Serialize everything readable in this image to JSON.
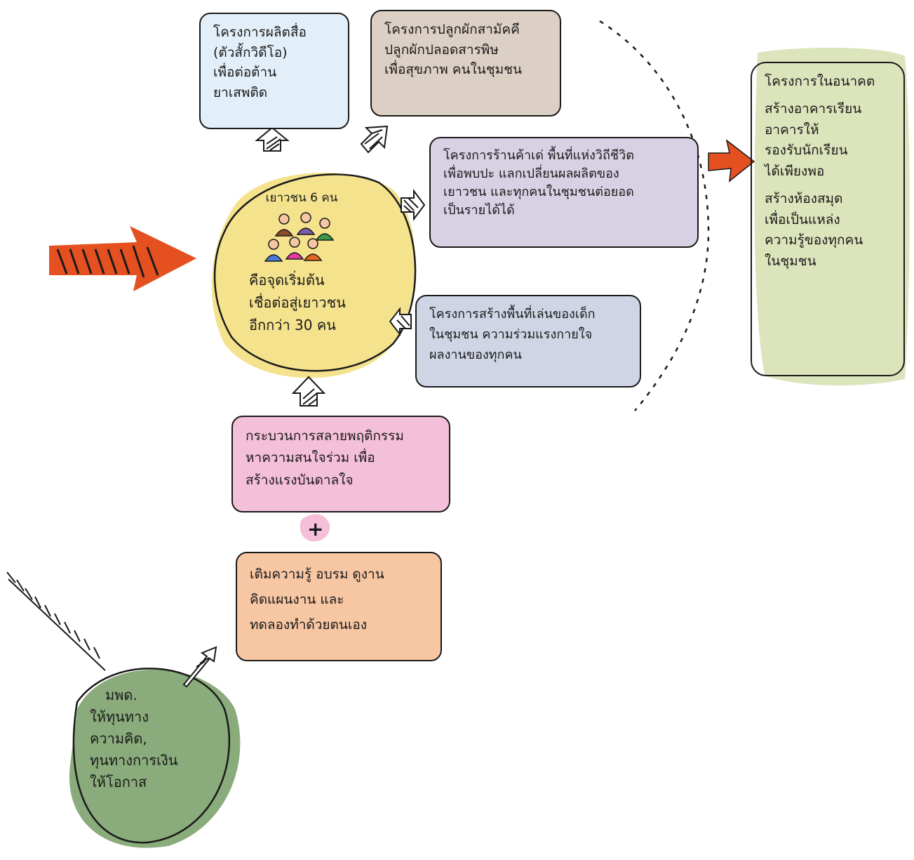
{
  "center": {
    "title": "เยาวชน 6 คน",
    "lines": [
      "คือจุดเริ่มต้น",
      "เชื่อต่อสู่เยาวชน",
      "อีกกว่า 30 คน"
    ]
  },
  "left_arrow_label": "",
  "projects": {
    "media": [
      "โครงการผลิตสื่อ",
      "(ตัวสั้กวิดีโอ)",
      "เพื่อต่อต้าน",
      "ยาเสพติด"
    ],
    "vegetable": [
      "โครงการปลูกผักสามัคคี",
      "ปลูกผักปลอดสารพิษ",
      "เพื่อสุขภาพ คนในชุมชน"
    ],
    "shop": [
      "โครงการร้านค้าเด่ พื้นที่แห่งวิถีชีวิต",
      "เพื่อพบปะ แลกเปลี่ยนผลผลิตของ",
      "เยาวชน และทุกคนในชุมชนต่อยอด",
      "เป็นรายได้ได้"
    ],
    "playground": [
      "โครงการสร้างพื้นที่เล่นของเด็ก",
      "ในชุมชน ความร่วมแรงกายใจ",
      "ผลงานของทุกคน"
    ]
  },
  "process": [
    "กระบวนการสลายพฤติกรรม",
    "หาความสนใจร่วม เพื่อ",
    "สร้างแรงบันดาลใจ"
  ],
  "plus_sign": "+",
  "training": [
    "เติมความรู้ อบรม ดูงาน",
    "คิดแผนงาน และ",
    "ทดลองทำด้วยตนเอง"
  ],
  "future": [
    "โครงการในอนาคต",
    "สร้างอาคารเรียน",
    "อาคารให้",
    "รองรับนักเรียน",
    "ได้เพียงพอ",
    "สร้างห้องสมุด",
    "เพื่อเป็นแหล่ง",
    "ความรู้ของทุกคน",
    "ในชุมชน"
  ],
  "support": [
    "มพด.",
    "ให้ทุนทาง",
    "ความคิด,",
    "ทุนทางการเงิน",
    "ให้โอกาส"
  ],
  "colors": {
    "blue": "#e3eff8",
    "brown": "#dcd0c5",
    "purple": "#d8d0e3",
    "slate": "#cfd5e4",
    "yellow": "#f4e28c",
    "pink": "#f4bfd8",
    "peach": "#f7c6a3",
    "olive": "#dbe4bb",
    "green": "#8aab7b",
    "orange": "#e4501f"
  }
}
